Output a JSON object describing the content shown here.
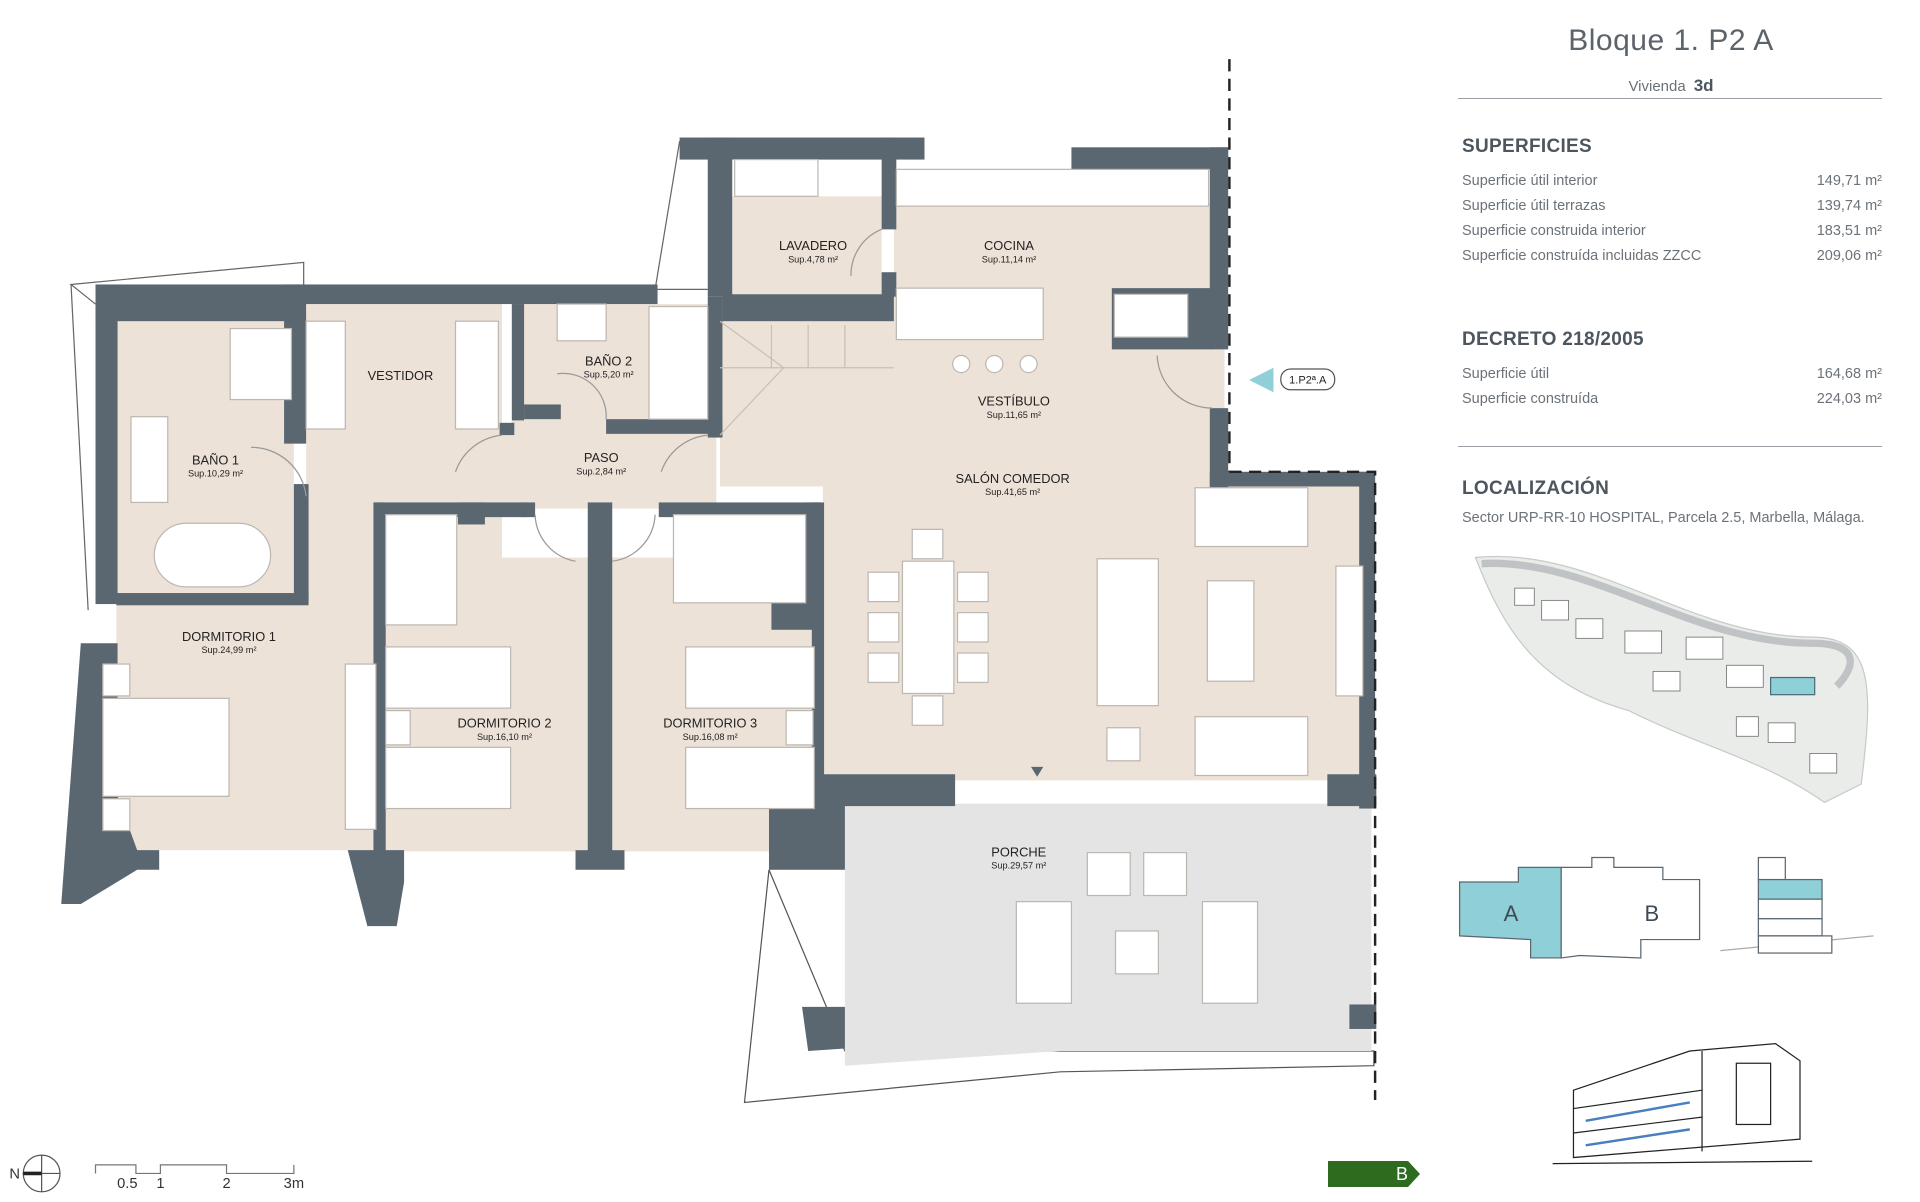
{
  "header": {
    "title": "Bloque 1. P2 A",
    "vivienda_label": "Vivienda",
    "vivienda_value": "3d"
  },
  "superficies": {
    "heading": "SUPERFICIES",
    "rows": [
      {
        "label": "Superficie útil interior",
        "value": "149,71 m²"
      },
      {
        "label": "Superficie útil terrazas",
        "value": "139,74 m²"
      },
      {
        "label": "Superficie construida interior",
        "value": "183,51 m²"
      },
      {
        "label": "Superficie construída incluidas ZZCC",
        "value": "209,06 m²"
      }
    ]
  },
  "decreto": {
    "heading": "DECRETO 218/2005",
    "rows": [
      {
        "label": "Superficie útil",
        "value": "164,68 m²"
      },
      {
        "label": "Superficie construída",
        "value": "224,03 m²"
      }
    ]
  },
  "localizacion": {
    "heading": "LOCALIZACIÓN",
    "address": "Sector URP-RR-10 HOSPITAL, Parcela 2.5, Marbella, Málaga."
  },
  "block_key": {
    "a_label": "A",
    "b_label": "B"
  },
  "entrance_tag": "1.P2ª.A",
  "rooms": [
    {
      "name": "LAVADERO",
      "sup": "Sup.4,78 m²"
    },
    {
      "name": "COCINA",
      "sup": "Sup.11,14 m²"
    },
    {
      "name": "VESTIDOR",
      "sup": ""
    },
    {
      "name": "BAÑO 2",
      "sup": "Sup.5,20 m²"
    },
    {
      "name": "VESTÍBULO",
      "sup": "Sup.11,65 m²"
    },
    {
      "name": "BAÑO 1",
      "sup": "Sup.10,29 m²"
    },
    {
      "name": "PASO",
      "sup": "Sup.2,84 m²"
    },
    {
      "name": "SALÓN COMEDOR",
      "sup": "Sup.41,65 m²"
    },
    {
      "name": "DORMITORIO 1",
      "sup": "Sup.24,99 m²"
    },
    {
      "name": "DORMITORIO 2",
      "sup": "Sup.16,10 m²"
    },
    {
      "name": "DORMITORIO 3",
      "sup": "Sup.16,08 m²"
    },
    {
      "name": "PORCHE",
      "sup": "Sup.29,57 m²"
    }
  ],
  "scale": {
    "north": "N",
    "ticks": [
      "0.5",
      "1",
      "2",
      "3m"
    ]
  },
  "energy_rating": {
    "label": "B",
    "color": "#2e6b1f"
  },
  "colors": {
    "wall": "#5a6670",
    "floor": "#ede2d8",
    "terrace": "#e4e4e4",
    "accent": "#8fd0d8"
  }
}
